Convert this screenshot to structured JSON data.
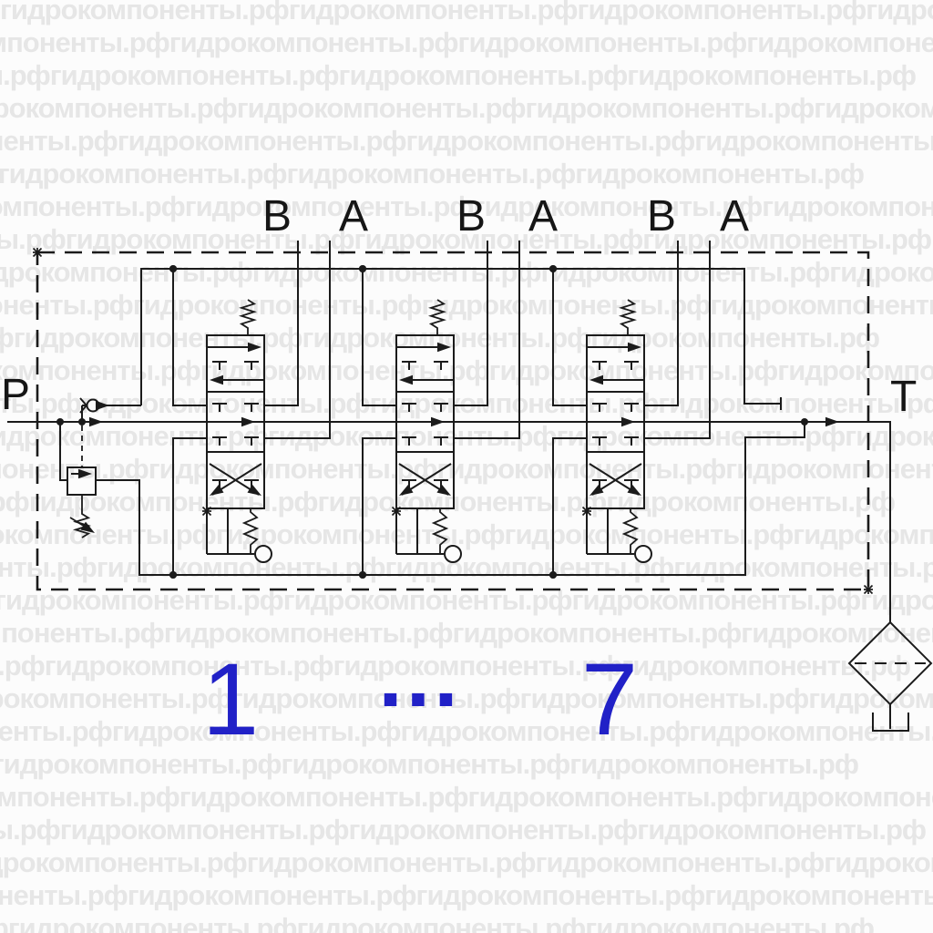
{
  "watermark": {
    "text": "гидрокомпоненты.рф",
    "color": "#e6e6e6"
  },
  "labels": {
    "pump_port": "P",
    "tank_port": "T",
    "pairs": [
      {
        "b": "B",
        "a": "A"
      },
      {
        "b": "B",
        "a": "A"
      },
      {
        "b": "B",
        "a": "A"
      }
    ]
  },
  "sections": {
    "first": "1",
    "ellipsis": "...",
    "last": "7"
  },
  "colors": {
    "line": "#1b1b1b",
    "accent_blue": "#2121c7",
    "background": "#fcfcfc",
    "watermark": "#e6e6e6"
  },
  "symbols": [
    "directional-control-valve-section",
    "spring-return-with-detent",
    "pressure-relief-valve",
    "check-valve",
    "return-filter",
    "tank"
  ]
}
